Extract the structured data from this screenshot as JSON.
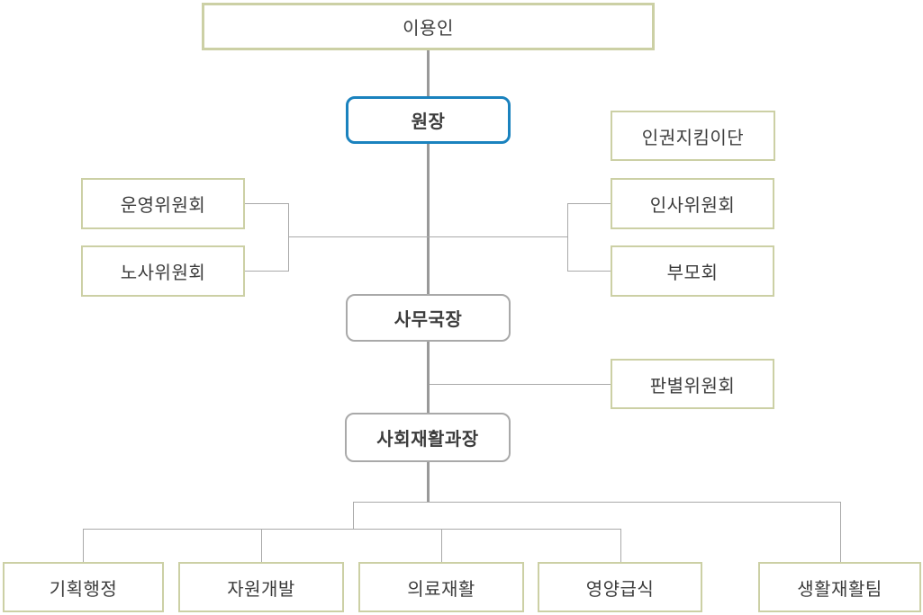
{
  "chart": {
    "type": "org-chart",
    "nodes": {
      "users": "이용인",
      "director": "원장",
      "human_rights_team": "인권지킴이단",
      "steering_committee": "운영위원회",
      "labor_committee": "노사위원회",
      "personnel_committee": "인사위원회",
      "parents_association": "부모회",
      "secretary_general": "사무국장",
      "screening_committee": "판별위원회",
      "rehab_manager": "사회재활과장",
      "teams": [
        "기획행정",
        "자원개발",
        "의료재활",
        "영양급식",
        "생활재활팀"
      ]
    },
    "colors": {
      "olive_border": "#ccd0a5",
      "blue_border": "#1a82be",
      "gray_border": "#a9a9a9",
      "line": "#a9a9a9",
      "trunk": "#999999",
      "text": "#3c3c3c"
    }
  }
}
